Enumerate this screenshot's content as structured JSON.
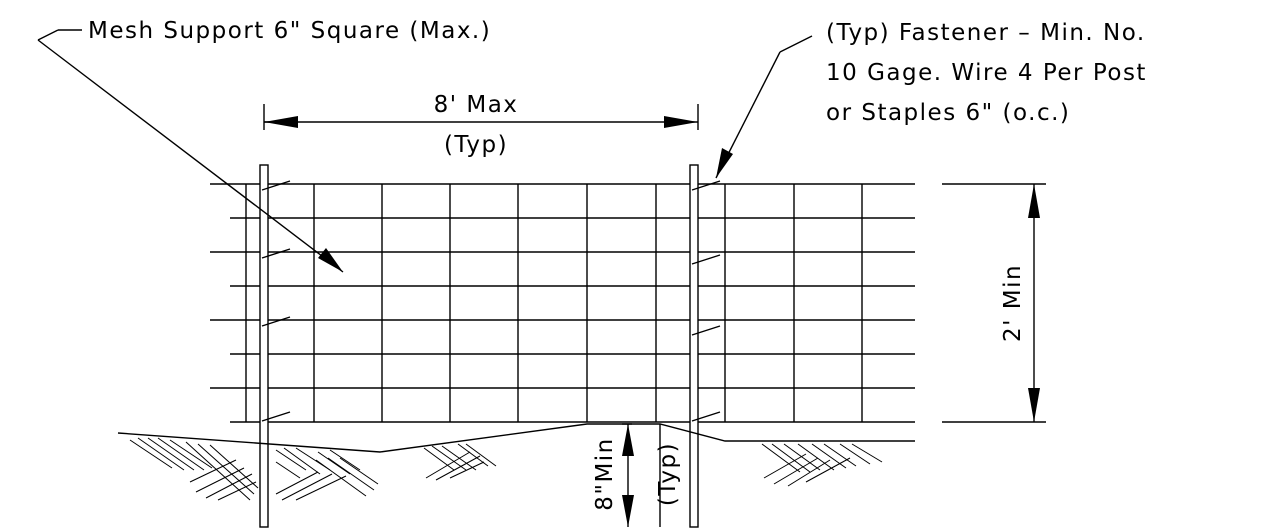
{
  "labels": {
    "mesh_support": "Mesh Support 6\" Square (Max.)",
    "fastener_line1": "(Typ) Fastener – Min. No.",
    "fastener_line2": "10 Gage. Wire 4 Per Post",
    "fastener_line3": "or Staples 6\" (o.c.)",
    "post_spacing": "8' Max",
    "post_spacing_typ": "(Typ)",
    "height": "2' Min",
    "embed": "8\"Min",
    "embed_typ": "(Typ)"
  }
}
